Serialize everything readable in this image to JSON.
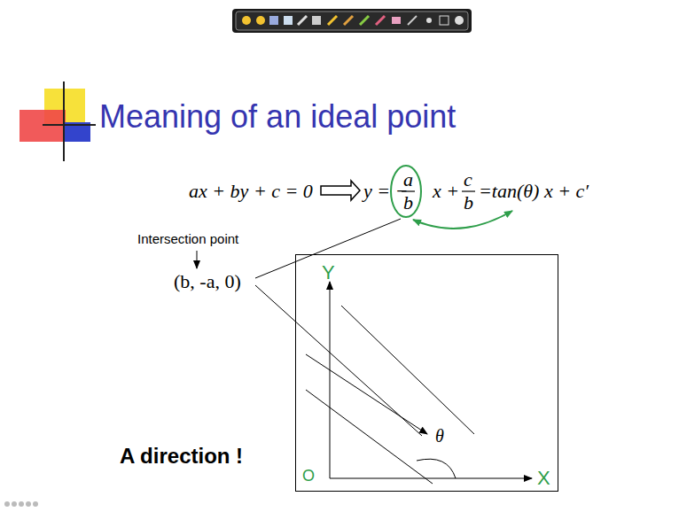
{
  "diagram": {
    "title": "Meaning of an ideal point",
    "nodes": [
      {
        "text": [
          "Y",
          "X",
          "O",
          "θ"
        ]
      }
    ],
    "labels": [
      "ax + by + c = 0",
      "y = −",
      "a",
      "b",
      "x +",
      "c",
      "b",
      "=tan(θ) x + c′",
      "Intersection point",
      "(b, -a, 0)",
      "A direction !"
    ]
  }
}
